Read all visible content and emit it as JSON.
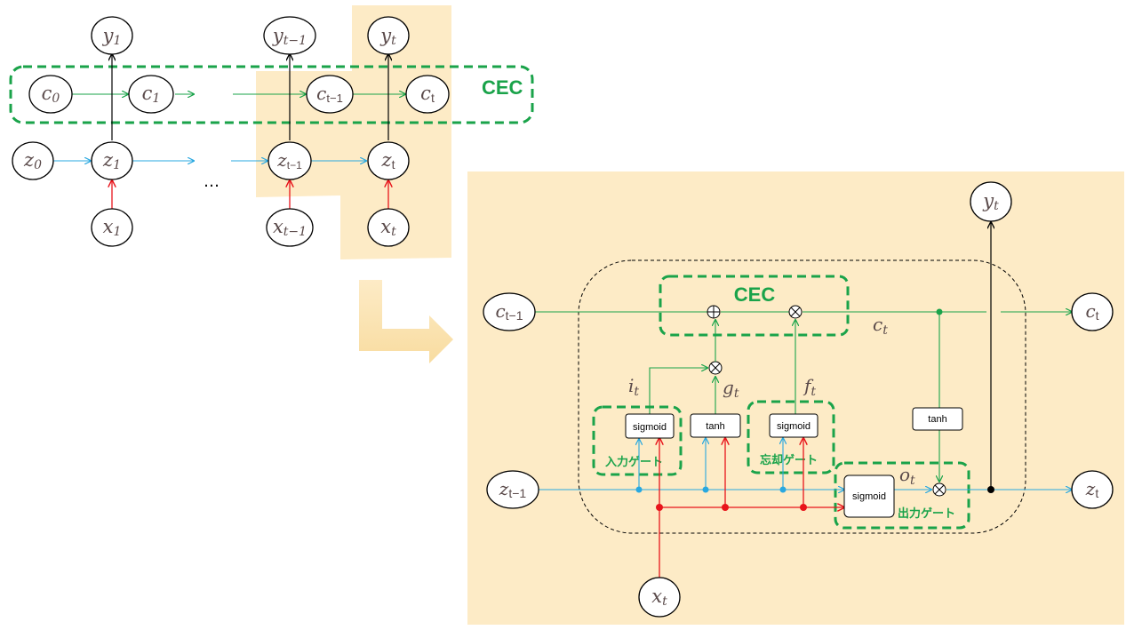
{
  "colors": {
    "panel": "#fdebc6",
    "green": "#1aa34a",
    "blue": "#29a8e0",
    "red": "#e8141b",
    "black": "#000000"
  },
  "unrolled": {
    "cec_label": "CEC",
    "ellipsis": "…",
    "nodes": {
      "y1": {
        "base": "y",
        "sub": "1"
      },
      "ytm1": {
        "base": "y",
        "sub": "t−1"
      },
      "yt": {
        "base": "y",
        "sub": "t"
      },
      "c0": {
        "base": "c",
        "sub": "0"
      },
      "c1": {
        "base": "c",
        "sub": "1"
      },
      "ctm1": {
        "base": "c",
        "sub": "t−1"
      },
      "ct": {
        "base": "c",
        "sub": "t"
      },
      "z0": {
        "base": "z",
        "sub": "0"
      },
      "z1": {
        "base": "z",
        "sub": "1"
      },
      "ztm1": {
        "base": "z",
        "sub": "t−1"
      },
      "zt": {
        "base": "z",
        "sub": "t"
      },
      "x1": {
        "base": "x",
        "sub": "1"
      },
      "xtm1": {
        "base": "x",
        "sub": "t−1"
      },
      "xt": {
        "base": "x",
        "sub": "t"
      }
    }
  },
  "cell": {
    "cec_label": "CEC",
    "nodes": {
      "ctm1": {
        "base": "c",
        "sub": "t−1"
      },
      "ct": {
        "base": "c",
        "sub": "t"
      },
      "ztm1": {
        "base": "z",
        "sub": "t−1"
      },
      "zt": {
        "base": "z",
        "sub": "t"
      },
      "yt": {
        "base": "y",
        "sub": "t"
      },
      "xt": {
        "base": "x",
        "sub": "t"
      }
    },
    "boxes": {
      "input_sigmoid": "sigmoid",
      "tanh_g": "tanh",
      "forget_sigmoid": "sigmoid",
      "output_sigmoid": "sigmoid",
      "tanh_out": "tanh"
    },
    "gate_labels": {
      "input": "入力ゲート",
      "forget": "忘却ゲート",
      "output": "出力ゲート"
    },
    "signal_labels": {
      "i": {
        "base": "i",
        "sub": "t"
      },
      "g": {
        "base": "g",
        "sub": "t"
      },
      "f": {
        "base": "f",
        "sub": "t"
      },
      "o": {
        "base": "o",
        "sub": "t"
      },
      "c": {
        "base": "c",
        "sub": "t"
      }
    },
    "operators": {
      "plus": "⊕",
      "times": "⊗"
    }
  }
}
